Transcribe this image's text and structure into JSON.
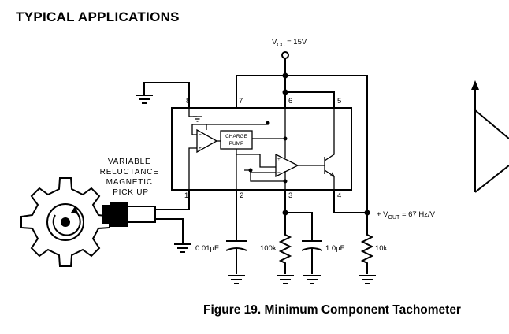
{
  "heading": "TYPICAL APPLICATIONS",
  "caption": "Figure 19.  Minimum Component Tachometer",
  "supply": {
    "prefix": "V",
    "sub": "CC",
    "value": " = 15V"
  },
  "pickup_label": [
    "VARIABLE",
    "RELUCTANCE",
    "MAGNETIC",
    "PICK UP"
  ],
  "charge_pump": [
    "CHARGE",
    "PUMP"
  ],
  "pins": [
    "1",
    "2",
    "3",
    "4",
    "5",
    "6",
    "7",
    "8"
  ],
  "components": {
    "c_pin2": "0.01µF",
    "r_pin3": "100k",
    "c_pin3": "1.0µF",
    "r_out": "10k"
  },
  "output": {
    "prefix": "+ V",
    "sub": "OUT",
    "value": " = 67 Hz/V"
  }
}
